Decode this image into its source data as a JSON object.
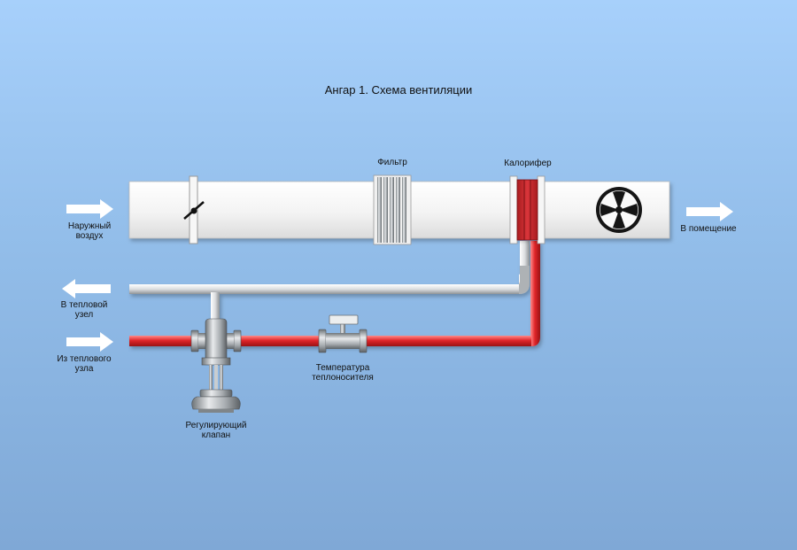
{
  "title": "Ангар 1. Схема вентиляции",
  "labels": {
    "outdoor_air_1": "Наружный",
    "outdoor_air_2": "воздух",
    "to_room": "В помещение",
    "filter": "Фильтр",
    "heater": "Калорифер",
    "to_heat_node_1": "В тепловой",
    "to_heat_node_2": "узел",
    "from_heat_node_1": "Из теплового",
    "from_heat_node_2": "узла",
    "temp_1": "Температура",
    "temp_2": "теплоносителя",
    "valve_1": "Регулирующий",
    "valve_2": "клапан"
  },
  "colors": {
    "background_top": "#a7d0fb",
    "background_bottom": "#7fa8d6",
    "duct": "#f4f4f4",
    "supply_pipe": "#d8262a",
    "return_pipe": "#d8dadc",
    "heater": "#c8262a",
    "fan": "#151515"
  },
  "icons": {
    "damper": "damper-icon",
    "filter": "filter-icon",
    "heater": "heater-icon",
    "fan": "fan-icon",
    "valve": "control-valve-icon",
    "sensor": "temperature-sensor-icon",
    "arrow": "arrow-icon"
  }
}
